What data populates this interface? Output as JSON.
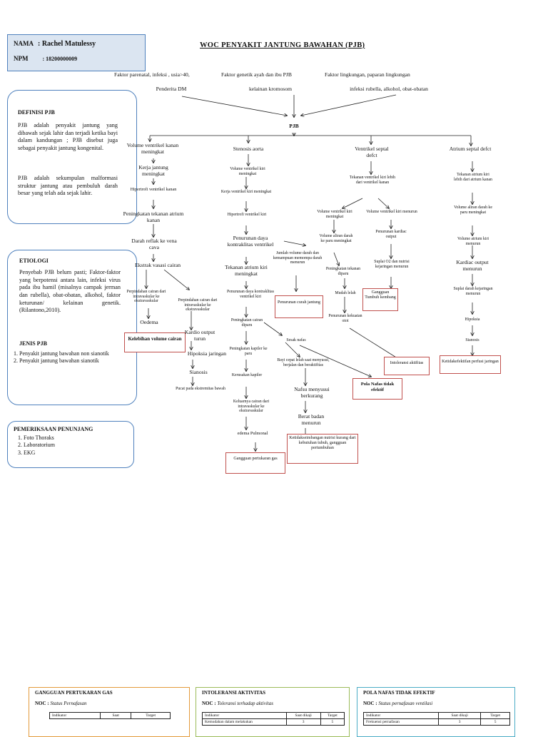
{
  "header": {
    "name_label": "NAMA",
    "name_value": ": Rachel Matulessy",
    "npm_label": "NPM",
    "npm_value": ": 18200000009",
    "title": "WOC  PENYAKIT JANTUNG BAWAHAN (PJB)"
  },
  "definisi": {
    "heading": "DEFINISI PJB",
    "p1": "PJB adalah penyakit jantung yang dibawah sejak lahir dan terjadi ketika bayi dalam kandungan ; PJB disebut juga sebagai penyakit jantung kongenital.",
    "p2": "PJB adalah sekumpulan malformasi struktur jantung atau pembuluh darah besar yang telah ada sejak lahir."
  },
  "etiologi": {
    "heading": "ETIOLOGI",
    "text": "Penyebab PJB belum pasti; Faktor-faktor yang berpotensi antara lain, infeksi virus pada ibu hamil (misalnya campak jerman dan rubella), obat-obatan, alkohol, faktor keturunan/ kelainan genetik. (Rilantono,2010).",
    "jenis_heading": "JENIS PJB",
    "jenis": [
      "Penyakit jantung bawahan non sianotik",
      "Penyakit jantung bawahan sianotik"
    ]
  },
  "pemeriksaan": {
    "heading": "PEMERIKSAAN PENUNJANG",
    "items": [
      "Foto Thoraks",
      "Laboratorium",
      "EKG"
    ]
  },
  "factors": {
    "f1": "Faktor parenatal, infeksi , usia>40,",
    "f1b": "Penderita DM",
    "f2": "Faktor genetik  ayah dan ibu PJB",
    "f2b": "kelainan kromosom",
    "f3": "Faktor lingkungan, paparan lingkungan",
    "f3b": "infeksi rubella, alkohol, obat-obatan",
    "center": "PJB"
  },
  "col1": {
    "a": "Volume ventrikel kanan meningkat",
    "b": "Kerja jantung meningkat",
    "c": "Hipertrofi ventrikel kanan",
    "d": "Peningkatan tekanan atrium kanan",
    "e": "Darah reflak ke vena cava",
    "f": "Ekstrak vasasi cairan",
    "g1": "Perpindahan cairan dari intravaskular ke ekstravaskular",
    "g2": "Perpindahan cairan dari intravaskular ke ekstravaskular",
    "h": "Oedema",
    "dx": "Kelebihan volume cairan",
    "i": "Kardio output turun",
    "j": "Hipoksia jaringan",
    "k": "Sianosis",
    "l": "Pucat pada ekstremitas bawah"
  },
  "col2": {
    "a": "Stenosis aorta",
    "b": "Volume ventrikel kiri meningkat",
    "c": "Kerja ventrikel kiri meningkat",
    "d": "Hipertrofi ventrikel kiri",
    "e": "Penurunan daya kontraklitas ventrikel",
    "f": "Tekanan atrium kiri meningkat",
    "g": "Penurunan daya kontraklitas ventrikel kiri",
    "side": "Jumlah volume darah dan kemampuan memompa darah menurun",
    "dx_side": "Penurunan curah jantung",
    "h": "Peningkatan cairan diparu",
    "i": "Peningkatan kapiler ke paru",
    "j": "Kerusakan kapiler",
    "k": "Keluarnya cairan dari intravaskular ke ekstravaskular",
    "l": "edema Pulmonal",
    "dx": "Gangguan pertukaran gas",
    "sesak": "Sesak nafas",
    "bayi": "Bayi cepat lelah saat menyusui, berjalan dan beraktifitas",
    "nafsu": "Nafsu menyusui berkurang",
    "bb": "Berat badan menurun",
    "dx_nutrisi": "Ketidakseimbangan nutrisi kurang dari kebutuhan tubuh, gangguan pertumbuhan",
    "dx_pola": "Pola Nafas tidak efektif"
  },
  "col3": {
    "a": "Ventrikel septal defct",
    "b": "Tekanan ventrikel kiri lebih dari ventrikel kanan",
    "c1": "Volume ventrikel kiri meningkat",
    "c2": "Volume ventrikel kiri menurun",
    "d1": "Volume aliran darah ke paru meningkat",
    "d2": "Penurunan kardiac output",
    "e1": "Peningkatan tekanan diparu",
    "e2": "Suplai O2 dan nutrisi kejaringan menurun",
    "f1": "Mudah lelah",
    "dx_tumbuh": "Gangguan Tumbuh kembang",
    "g1": "Penurunan kekuatan otot",
    "dx_intol": "Intoleransi aktifitas"
  },
  "col4": {
    "a": "Atrium septal defct",
    "b": "Tekanan atrium kiri lebih dari atrium kanan",
    "c": "Volume aliran darah ke paru meningkat",
    "d": "Volume atrium kiri menurun",
    "e": "Kardiac output menurun",
    "f": "Suplai darah kejaringan menurun",
    "g": "Hipoksia",
    "h": "Sianosis",
    "dx": "Ketidakefektifan perfusi jaringan"
  },
  "bottom": [
    {
      "heading": "GANGGUAN PERTUKARAN GAS",
      "noc_label": "NOC :",
      "noc": "Status Pernafasan",
      "cols": [
        "Indikator",
        "Saat",
        "Target"
      ],
      "color": "#e39a3b"
    },
    {
      "heading": "INTOLERANSI AKTIVITAS",
      "noc_label": "NOC :",
      "noc": "Toleransi terhadap aktivitas",
      "cols": [
        "Indikator",
        "Saat dikaji",
        "Target"
      ],
      "row": [
        "Kemudahan dalam melakukan",
        "3",
        "5"
      ],
      "color": "#9bbb59"
    },
    {
      "heading": "POLA NAFAS TIDAK EFEKTIF",
      "noc_label": "NOC :",
      "noc": "Status pernafasan ventilasi",
      "cols": [
        "Indikator",
        "Saat dikaji",
        "Target"
      ],
      "row": [
        "Frekuensi pernafasan",
        "3",
        "5"
      ],
      "color": "#4bacc6"
    }
  ]
}
